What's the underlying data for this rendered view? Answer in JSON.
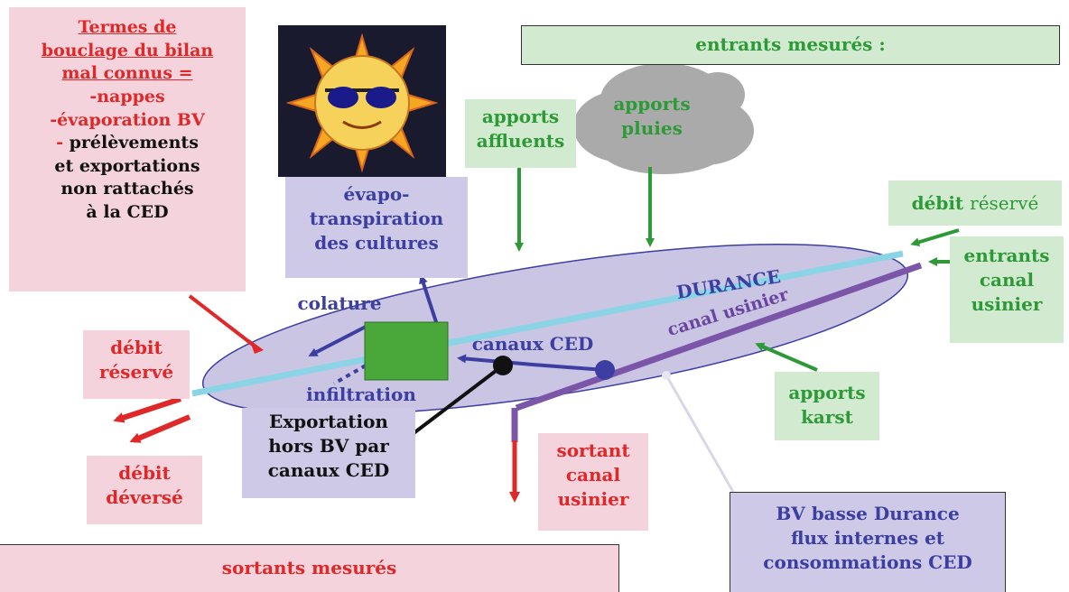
{
  "left_box": {
    "lines": [
      "Termes de",
      "bouclage du bilan",
      "mal connus =",
      "-nappes",
      "-évaporation BV",
      "prélèvements",
      "et exportations",
      "non rattachés",
      "à la CED"
    ],
    "dash": "-"
  },
  "entrants_title": "entrants mesurés :",
  "sortants_title": "sortants mesurés",
  "apports_affluents": [
    "apports",
    "affluents"
  ],
  "apports_pluies": [
    "apports",
    "pluies"
  ],
  "debit_reserve_right": [
    "débit",
    "réservé"
  ],
  "entrants_canal": [
    "entrants",
    "canal",
    "usinier"
  ],
  "apports_karst": [
    "apports",
    "karst"
  ],
  "evapotranspiration": [
    "évapo-",
    "transpiration",
    "des cultures"
  ],
  "colature": "colature",
  "infiltration": "infiltration",
  "canaux_ced": "canaux CED",
  "durance": "DURANCE",
  "canal_usinier": "canal usinier",
  "debit_reserve_left": [
    "débit",
    "réservé"
  ],
  "debit_deverse": [
    "débit",
    "déversé"
  ],
  "exportation": [
    "Exportation",
    "hors BV par",
    "canaux CED"
  ],
  "sortant_canal": [
    "sortant",
    "canal",
    "usinier"
  ],
  "bv_box": [
    "BV basse Durance",
    "flux internes et",
    "consommations CED"
  ],
  "colors": {
    "red": "#e02828",
    "green": "#2d9a37",
    "blue": "#3c3ea1",
    "river": "#8ad4e6",
    "canal": "#7a55a8",
    "ellipse": "#c9c5e3"
  },
  "icons": [
    "sun-icon",
    "cloud-icon"
  ]
}
